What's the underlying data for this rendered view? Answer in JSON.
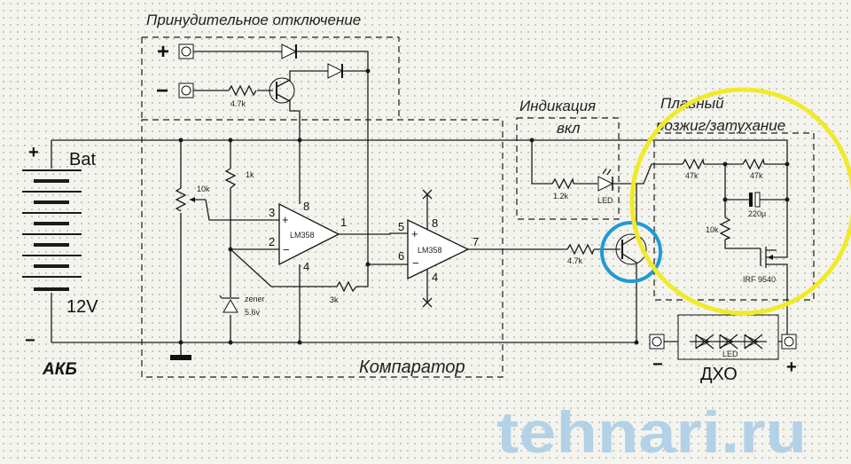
{
  "titles": {
    "forced_off": "Принудительное отключение",
    "comparator": "Компаратор",
    "indication_1": "Индикация",
    "indication_2": "вкл",
    "soft_1": "Плавный",
    "soft_2": "розжиг/затухание",
    "battery": "АКБ",
    "drl": "ДХО"
  },
  "battery": {
    "plus": "+",
    "minus": "−",
    "name": "Bat",
    "voltage": "12V"
  },
  "forced_off": {
    "plus": "+",
    "minus": "−",
    "r_base": "4.7k"
  },
  "comparator": {
    "pot": "10k",
    "r1": "1k",
    "zener_1": "zener",
    "zener_2": "5.6v",
    "r_fb": "3k",
    "opamp1": {
      "name": "LM358",
      "pin3": "3",
      "pin2": "2",
      "pin8": "8",
      "pin4": "4",
      "pin1": "1",
      "plus": "+",
      "minus": "−"
    },
    "opamp2": {
      "name": "LM358",
      "pin5": "5",
      "pin6": "6",
      "pin8": "8",
      "pin4": "4",
      "pin7": "7",
      "plus": "+",
      "minus": "−"
    }
  },
  "driver": {
    "r_base": "4.7k"
  },
  "indication": {
    "r": "1.2k",
    "led": "LED"
  },
  "soft": {
    "r1": "47k",
    "r2": "47k",
    "cap": "220µ",
    "r3": "10k",
    "mosfet": "IRF 9540"
  },
  "drl": {
    "minus": "−",
    "plus": "+",
    "led": "LED"
  },
  "watermark": "tehnari.ru",
  "colors": {
    "highlight_yellow": "#f0ea2a",
    "highlight_blue": "#1e9ad6",
    "watermark": "#a9cde6"
  }
}
